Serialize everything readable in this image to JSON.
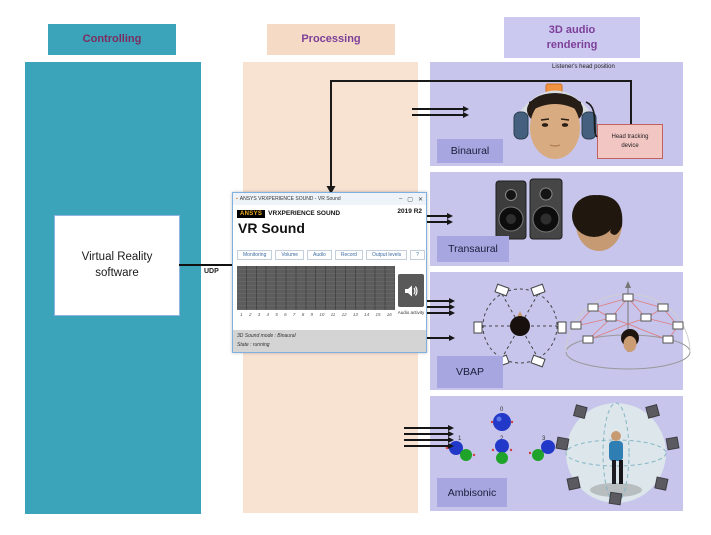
{
  "headers": {
    "controlling": "Controlling",
    "processing": "Processing",
    "rendering": "3D audio\nrendering"
  },
  "controlling": {
    "software_box": "Virtual Reality\nsoftware",
    "connection_label": "UDP"
  },
  "vr_sound_window": {
    "titlebar": {
      "title": "ANSYS VRXPERIENCE SOUND - VR Sound",
      "minimize": "–",
      "maximize": "▢",
      "close": "✕"
    },
    "logo": "ANSYS",
    "brand": "VRXPERIENCE SOUND",
    "version": "2019 R2",
    "heading": "VR Sound",
    "buttons": [
      "Monitoring",
      "Volume",
      "Audio",
      "Record",
      "Output levels",
      "?"
    ],
    "channels": [
      "1",
      "2",
      "3",
      "4",
      "5",
      "6",
      "7",
      "8",
      "9",
      "10",
      "11",
      "12",
      "13",
      "14",
      "15",
      "16"
    ],
    "audio_activity_label": "Audio activity",
    "speaker_icon": "speaker-icon",
    "status_line1": "3D Sound mode : Binaural",
    "status_line2": "State : running"
  },
  "rendering": {
    "listener_label": "Listener's head position",
    "head_tracking_label": "Head tracking\ndevice",
    "sections": [
      {
        "label": "Binaural"
      },
      {
        "label": "Transaural"
      },
      {
        "label": "VBAP"
      },
      {
        "label": "Ambisonic"
      }
    ],
    "ambisonic_orders": [
      "0",
      "1",
      "2",
      "3"
    ]
  },
  "colors": {
    "teal": "#3ca4ba",
    "peach": "#f8e2d2",
    "purple_section": "#c7c5eb",
    "purple_label": "#a8a6e0",
    "header_text_purple": "#7d3f98",
    "controlling_text": "#7c2d5e",
    "tracking_box_bg": "#f2c6c3",
    "tracking_box_border": "#c2605e",
    "arrow": "#161616"
  }
}
